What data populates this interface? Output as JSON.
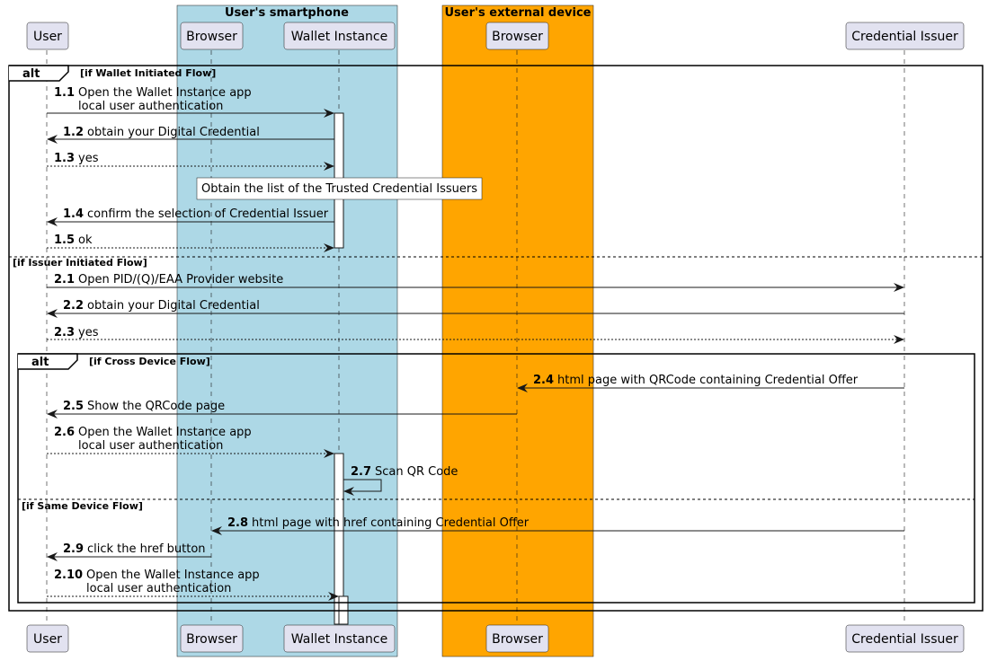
{
  "colors": {
    "smartphone_box": "#ADD8E6",
    "external_box": "#FFA500",
    "participant_fill": "#E2E2F0",
    "participant_border": "#181818",
    "lifeline": "#181818",
    "line": "#181818"
  },
  "boxes": {
    "smartphone": "User's smartphone",
    "external": "User's external device"
  },
  "participants": {
    "user": "User",
    "browser_phone": "Browser",
    "wallet": "Wallet Instance",
    "browser_ext": "Browser",
    "issuer": "Credential Issuer"
  },
  "fragments": {
    "alt_outer": {
      "keyword": "alt",
      "guard": "[if Wallet Initiated Flow]",
      "else_guard": "[if Issuer Initiated Flow]"
    },
    "alt_inner": {
      "keyword": "alt",
      "guard": "[if Cross Device Flow]",
      "else_guard": "[if Same Device Flow]"
    }
  },
  "note": "Obtain the list of the Trusted Credential Issuers",
  "messages": {
    "m1_1": {
      "num": "1.1",
      "line1": "Open the Wallet Instance app",
      "line2": "local user authentication"
    },
    "m1_2": {
      "num": "1.2",
      "text": "obtain your Digital Credential"
    },
    "m1_3": {
      "num": "1.3",
      "text": "yes"
    },
    "m1_4": {
      "num": "1.4",
      "text": "confirm the selection of Credential Issuer"
    },
    "m1_5": {
      "num": "1.5",
      "text": "ok"
    },
    "m2_1": {
      "num": "2.1",
      "text": "Open PID/(Q)/EAA Provider website"
    },
    "m2_2": {
      "num": "2.2",
      "text": "obtain your Digital Credential"
    },
    "m2_3": {
      "num": "2.3",
      "text": "yes"
    },
    "m2_4": {
      "num": "2.4",
      "text": "html page with QRCode containing Credential Offer"
    },
    "m2_5": {
      "num": "2.5",
      "text": "Show the QRCode page"
    },
    "m2_6": {
      "num": "2.6",
      "line1": "Open the Wallet Instance app",
      "line2": "local user authentication"
    },
    "m2_7": {
      "num": "2.7",
      "text": "Scan QR Code"
    },
    "m2_8": {
      "num": "2.8",
      "text": "html page with href containing Credential Offer"
    },
    "m2_9": {
      "num": "2.9",
      "text": "click the href button"
    },
    "m2_10": {
      "num": "2.10",
      "line1": "Open the Wallet Instance app",
      "line2": "local user authentication"
    }
  }
}
